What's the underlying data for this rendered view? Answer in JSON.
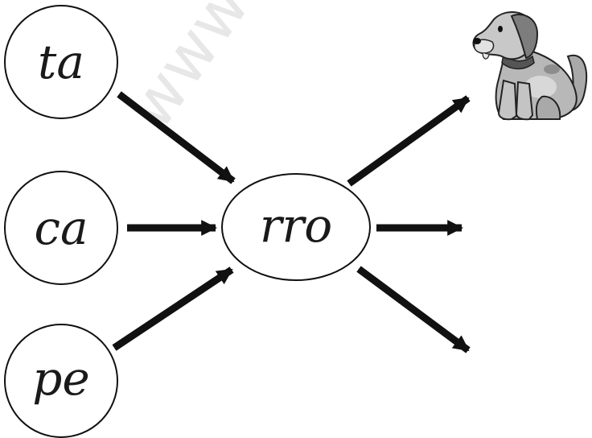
{
  "watermark": "www",
  "syllables": {
    "left": [
      "ta",
      "ca",
      "pe"
    ],
    "center": "rro"
  },
  "icons": {
    "result_image": "dog-icon"
  }
}
